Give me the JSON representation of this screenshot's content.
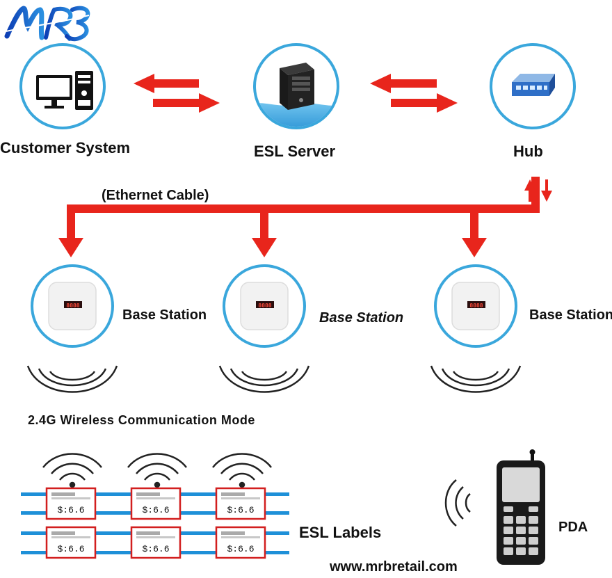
{
  "logo": {
    "text": "MRB"
  },
  "nodes": {
    "customer_system": {
      "label": "Customer System",
      "icon": "desktop-computer-icon"
    },
    "esl_server": {
      "label": "ESL Server",
      "icon": "server-tower-icon"
    },
    "hub": {
      "label": "Hub",
      "icon": "network-hub-icon"
    }
  },
  "connection": {
    "label": "(Ethernet Cable)"
  },
  "base_stations": [
    {
      "label": "Base Station",
      "display": "8888"
    },
    {
      "label": "Base Station",
      "display": "8888"
    },
    {
      "label": "Base Station",
      "display": "8888"
    }
  ],
  "wireless": {
    "label": "2.4G Wireless Communication Mode"
  },
  "esl_labels": {
    "label": "ESL Labels",
    "tags": [
      {
        "price": "$:6.6"
      },
      {
        "price": "$:6.6"
      },
      {
        "price": "$:6.6"
      },
      {
        "price": "$:6.6"
      },
      {
        "price": "$:6.6"
      },
      {
        "price": "$:6.6"
      }
    ]
  },
  "pda": {
    "label": "PDA",
    "icon": "mobile-phone-icon"
  },
  "website": {
    "text": "www.mrbretail.com"
  },
  "colors": {
    "arrow": "#e8251c",
    "circle_border": "#3aa7dc",
    "rail": "#1e90d8",
    "tag_border": "#d21f1f",
    "logo_blue": "#1a4fc2"
  }
}
